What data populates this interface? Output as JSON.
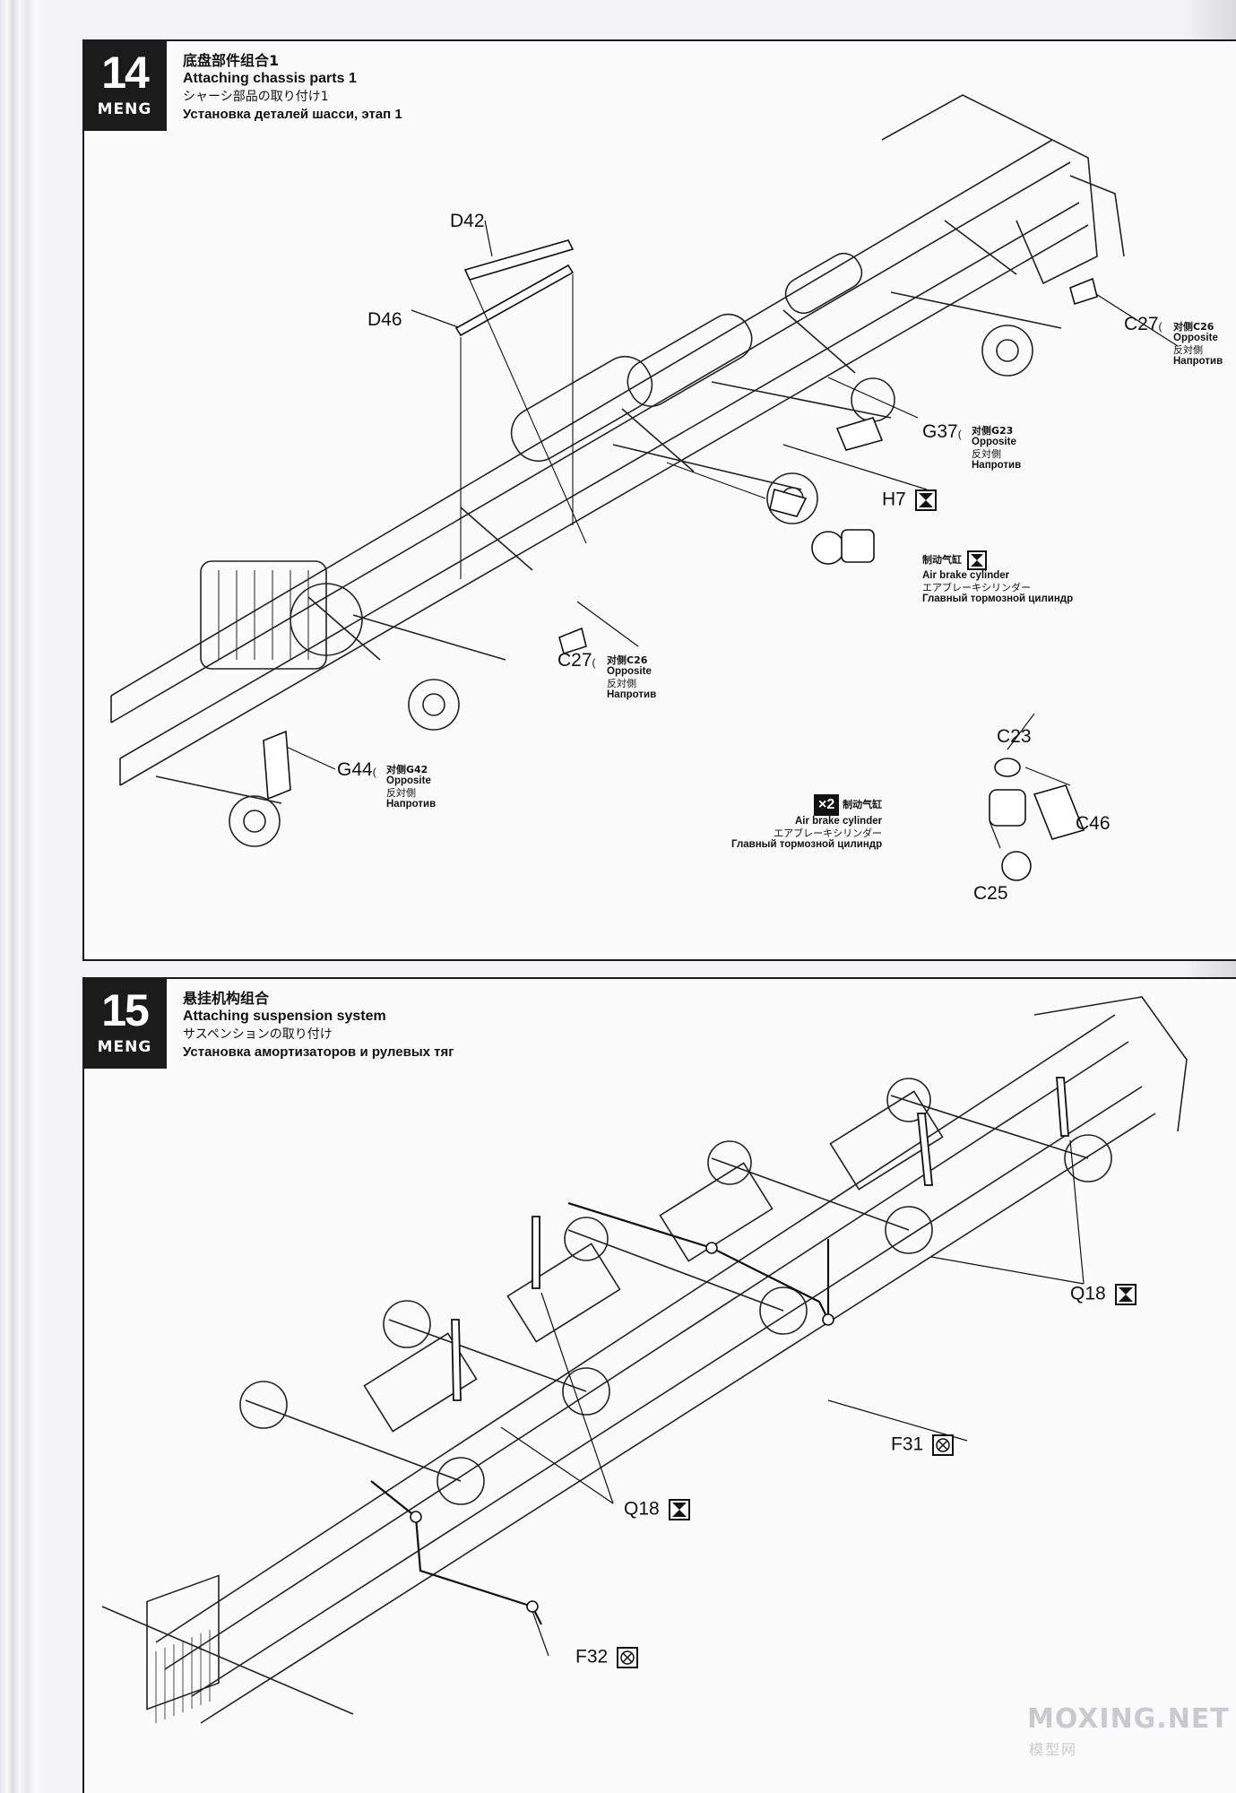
{
  "steps": [
    {
      "number": "14",
      "brand": "MENG",
      "title_zh": "底盘部件组合1",
      "title_en": "Attaching chassis parts 1",
      "title_ja": "シャーシ部品の取り付け1",
      "title_ru": "Установка деталей шасси, этап 1",
      "callouts": {
        "d42": "D42",
        "d46": "D46",
        "c27_top": "C27",
        "c27_top_opp_zh": "对侧C26",
        "g37": "G37",
        "g37_opp_zh": "对侧G23",
        "h7": "H7",
        "c27_mid": "C27",
        "c27_mid_opp_zh": "对侧C26",
        "g44": "G44",
        "g44_opp_zh": "对侧G42",
        "c23": "C23",
        "c46": "C46",
        "c25": "C25",
        "multiplier": "×2"
      },
      "opposite_en": "Opposite",
      "opposite_ja": "反対側",
      "opposite_ru": "Напротив",
      "brake_zh": "制动气缸",
      "brake_en": "Air brake cylinder",
      "brake_ja": "エアブレーキシリンダー",
      "brake_ru": "Главный тормозной цилиндр"
    },
    {
      "number": "15",
      "brand": "MENG",
      "title_zh": "悬挂机构组合",
      "title_en": "Attaching suspension system",
      "title_ja": "サスペンションの取り付け",
      "title_ru": "Установка амортизаторов и рулевых тяг",
      "callouts": {
        "q18_right": "Q18",
        "f31": "F31",
        "q18_left": "Q18",
        "f32": "F32"
      }
    }
  ],
  "icons": {
    "no_glue": "no-glue-icon",
    "glue": "glue-icon"
  },
  "watermark": {
    "text": "MOXING.NET",
    "sub": "模型网"
  }
}
